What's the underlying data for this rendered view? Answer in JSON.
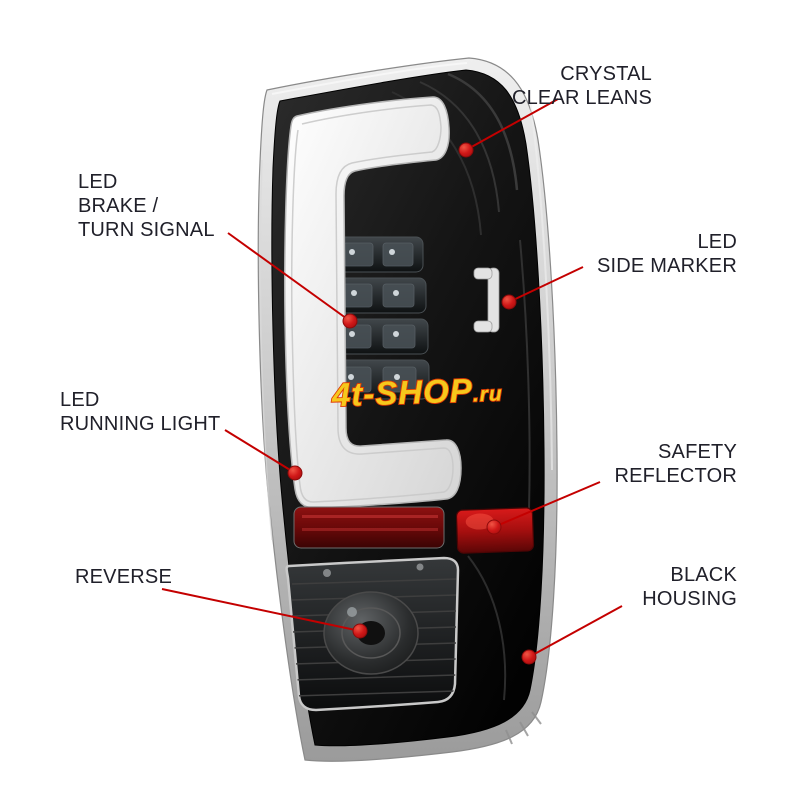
{
  "watermark": {
    "text": "4t-SHOP",
    "suffix": ".ru"
  },
  "callouts": {
    "crystal_clear_lens": {
      "lines": [
        "CRYSTAL",
        "CLEAR LEANS"
      ]
    },
    "led_brake_turn_signal": {
      "lines": [
        "LED",
        "BRAKE /",
        "TURN SIGNAL"
      ]
    },
    "led_side_marker": {
      "lines": [
        "LED",
        "SIDE MARKER"
      ]
    },
    "led_running_light": {
      "lines": [
        "LED",
        "RUNNING LIGHT"
      ]
    },
    "safety_reflector": {
      "lines": [
        "SAFETY",
        "REFLECTOR"
      ]
    },
    "reverse": {
      "lines": [
        "REVERSE"
      ]
    },
    "black_housing": {
      "lines": [
        "BLACK",
        "HOUSING"
      ]
    }
  },
  "colors": {
    "background": "#ffffff",
    "leader_line": "#c40000",
    "marker_dot": "#d01818",
    "label_text": "#20202a",
    "watermark_fill": "#f6c81c",
    "watermark_outline": "#e03800"
  }
}
